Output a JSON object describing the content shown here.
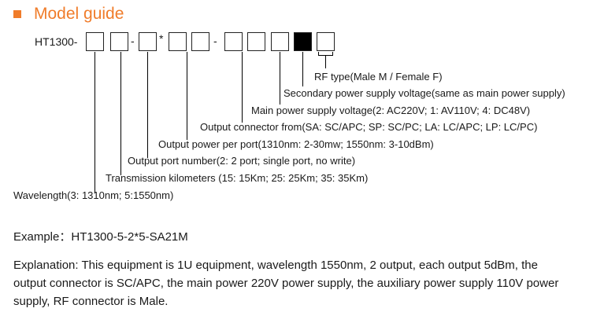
{
  "title": "Model guide",
  "colors": {
    "accent": "#f07c2a"
  },
  "model": {
    "prefix": "HT1300-",
    "sep1": "-",
    "star": "*",
    "sep2": "-"
  },
  "legend": {
    "rf_type": "RF type(Male M / Female F)",
    "secondary_voltage": "Secondary power supply voltage(same as main power supply)",
    "main_voltage": "Main power supply voltage(2: AC220V; 1: AV110V; 4: DC48V)",
    "output_connector": "Output connector from(SA: SC/APC; SP: SC/PC; LA: LC/APC; LP: LC/PC)",
    "output_power": "Output power per port(1310nm: 2-30mw; 1550nm: 3-10dBm)",
    "output_port": "Output port number(2: 2 port; single port, no write)",
    "transmission_km": "Transmission kilometers (15: 15Km; 25: 25Km; 35: 35Km)",
    "wavelength": "Wavelength(3: 1310nm; 5:1550nm)"
  },
  "example": "Example：HT1300-5-2*5-SA21M",
  "explanation": "Explanation: This equipment is 1U equipment, wavelength 1550nm, 2 output, each output 5dBm, the output connector is SC/APC, the main power 220V power supply, the auxiliary power supply 110V power supply, RF connector is Male."
}
